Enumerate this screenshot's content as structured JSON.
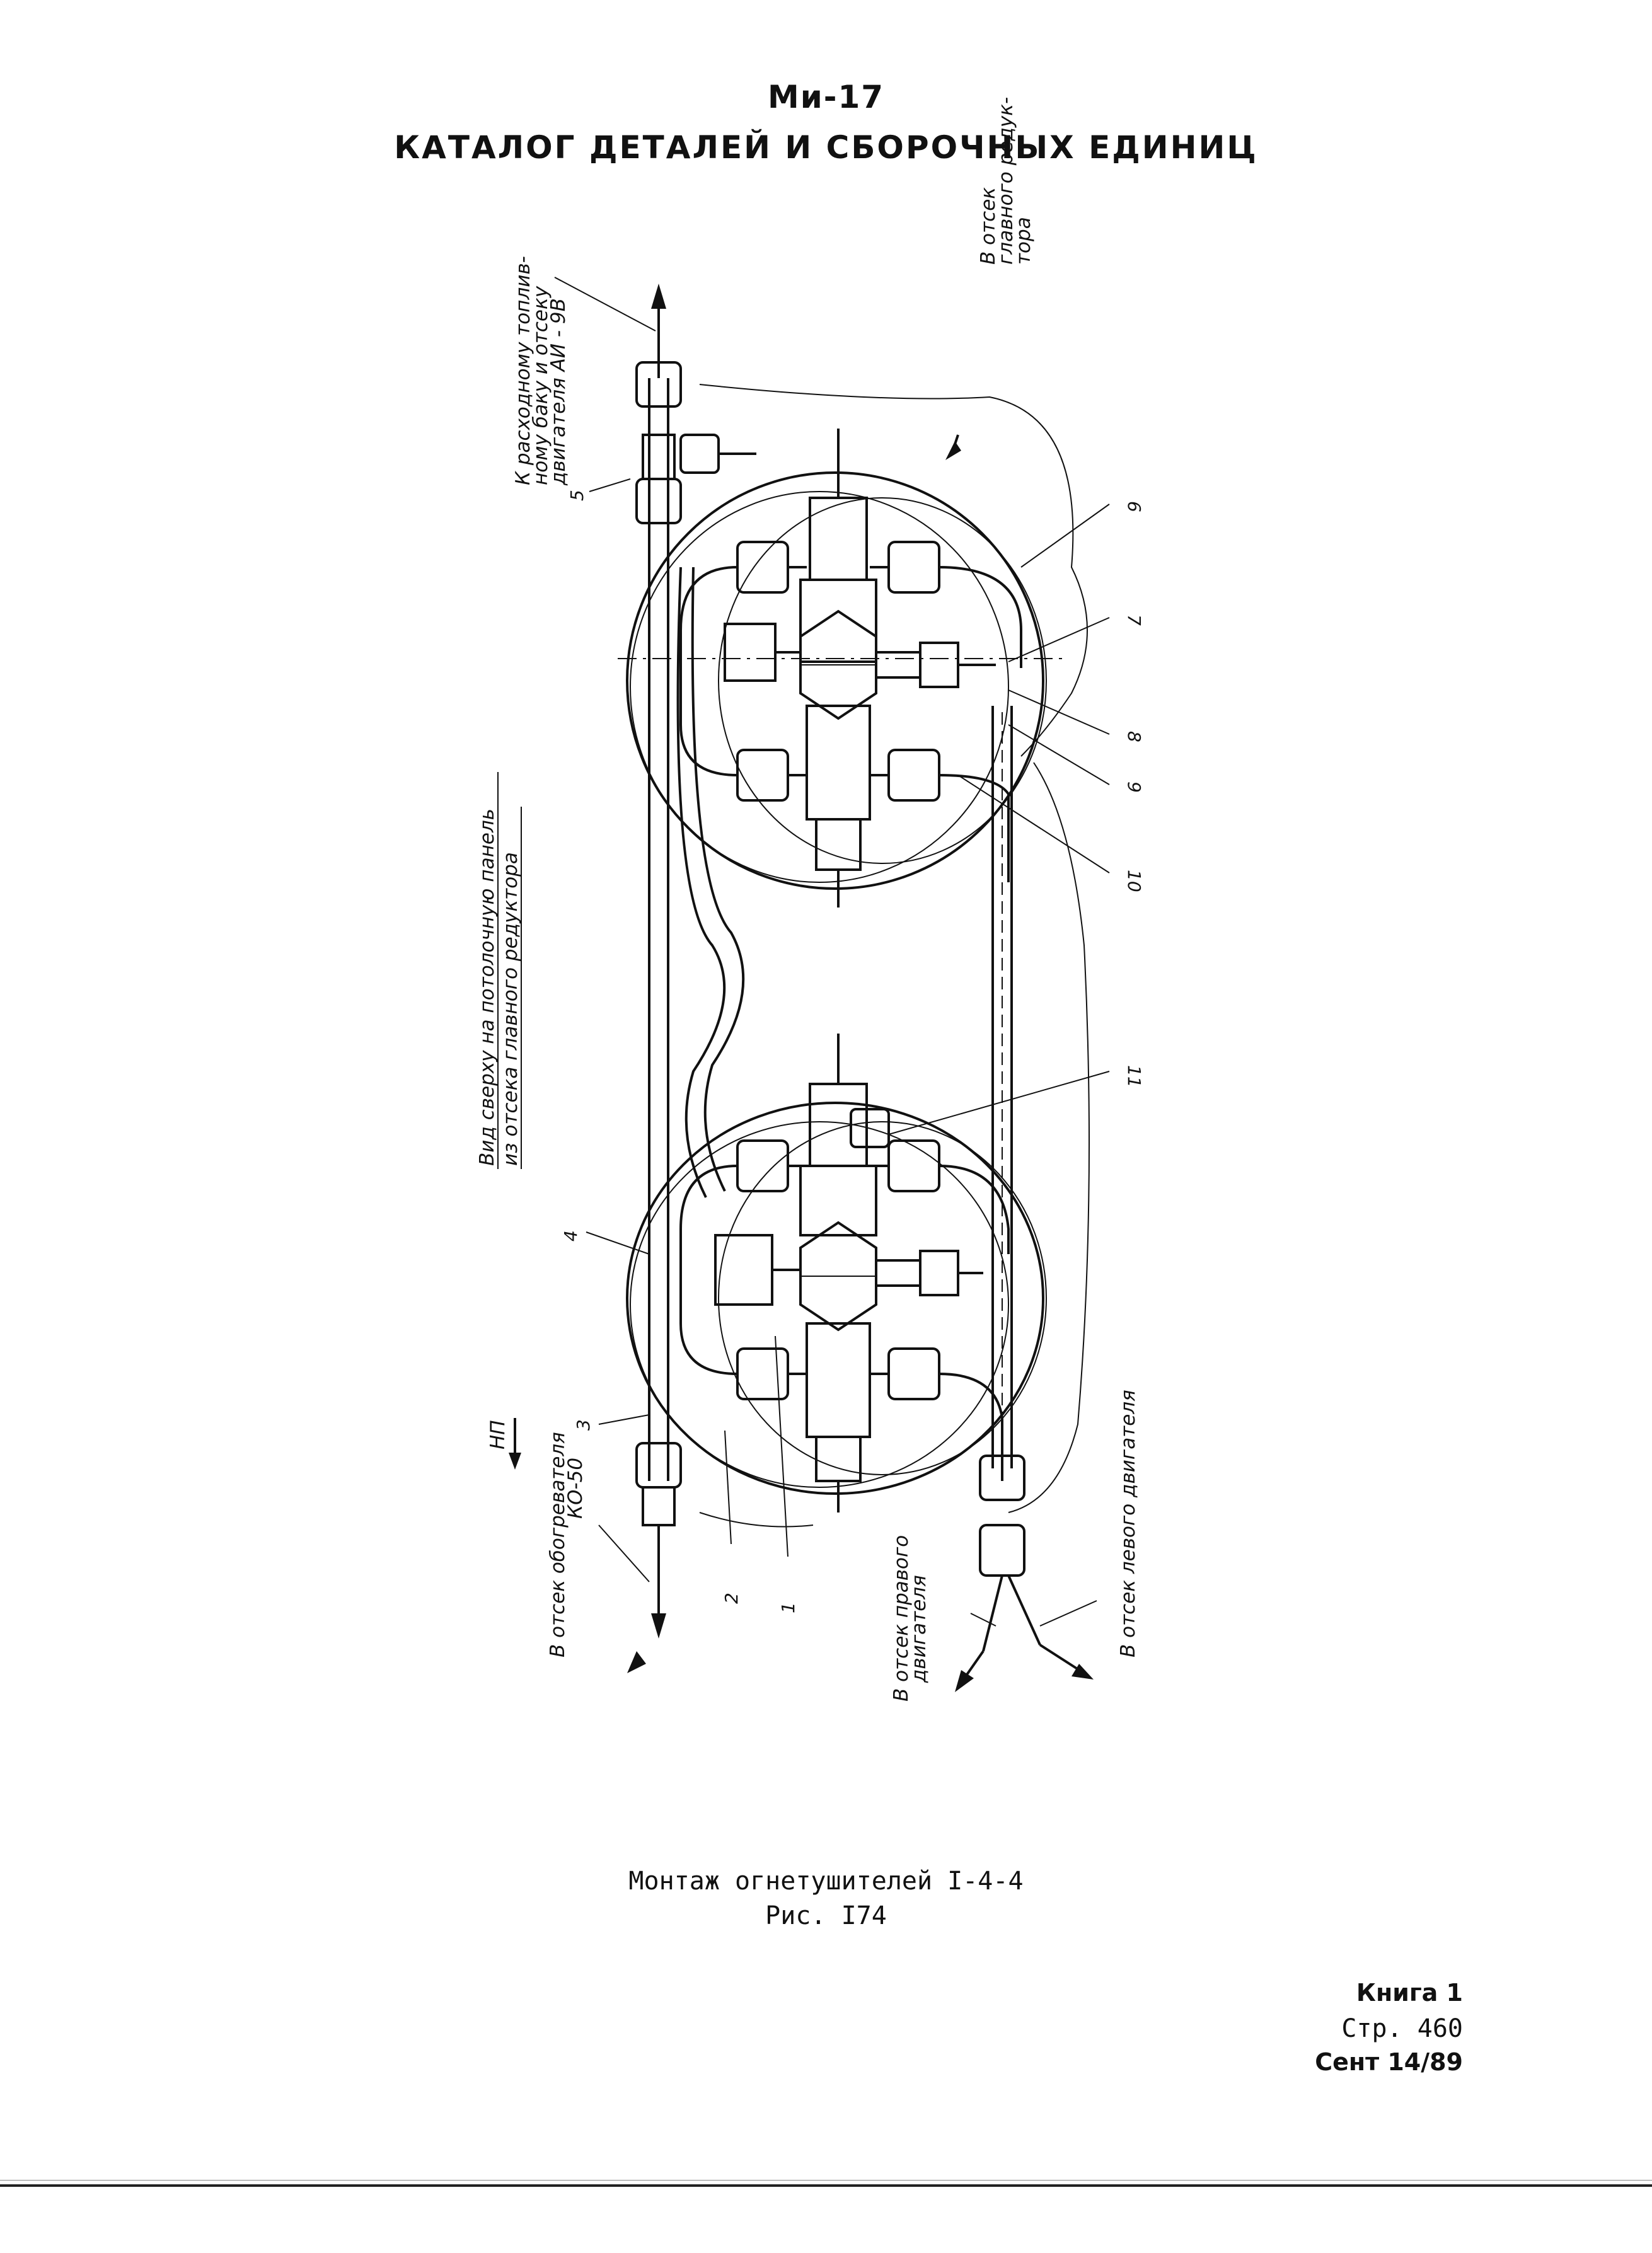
{
  "header": {
    "line1": "Ми-17",
    "line2": "КАТАЛОГ ДЕТАЛЕЙ И СБОРОЧНЫХ ЕДИНИЦ"
  },
  "drawing": {
    "labels": {
      "fuel_tank": [
        "К расходному топлив-",
        "ному баку и отсеку",
        "двигателя АИ - 9В"
      ],
      "main_gearbox": [
        "В отсек",
        "главного редук-",
        "тора"
      ],
      "top_view": [
        "Вид сверху на потолочную панель",
        "из отсека главного редуктора"
      ],
      "heater": [
        "В отсек обогревателя",
        "КО-50"
      ],
      "flight_direction": "НП",
      "right_engine": [
        "В отсек правого",
        "двигателя"
      ],
      "left_engine": "В отсек левого двигателя"
    },
    "item_numbers": [
      "1",
      "2",
      "3",
      "4",
      "5",
      "6",
      "7",
      "8",
      "9",
      "10",
      "11"
    ]
  },
  "caption": {
    "title": "Монтаж огнетушителей I-4-4",
    "figure": "Рис. I74"
  },
  "footer": {
    "book": "Книга 1",
    "page": "Стр. 460",
    "date": "Сент 14/89"
  }
}
